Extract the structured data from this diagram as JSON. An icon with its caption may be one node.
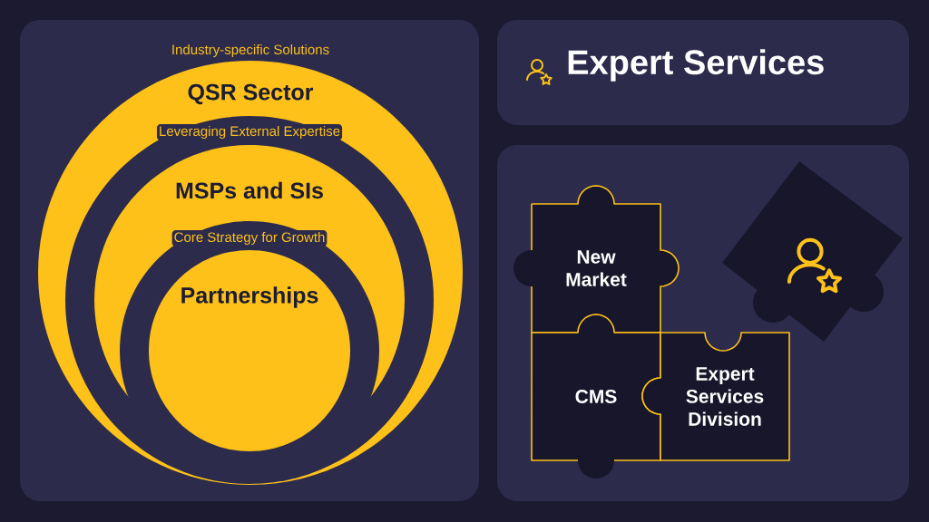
{
  "diagram": {
    "title": "Expert Services",
    "nodes": [
      {
        "text": [
          "Industry-specific Solutions",
          "QSR Sector"
        ]
      },
      {
        "text": [
          "Leveraging External Expertise",
          "MSPs and SIs"
        ],
        "in": 0
      },
      {
        "text": [
          "Core Strategy for Growth",
          "Partnerships"
        ],
        "in": 1
      },
      {
        "text": [
          "New Market"
        ]
      },
      {
        "text": [
          "CMS"
        ]
      },
      {
        "text": [
          "Expert Services Division"
        ]
      },
      {
        "text": [],
        "shape": "puzzle"
      }
    ]
  }
}
